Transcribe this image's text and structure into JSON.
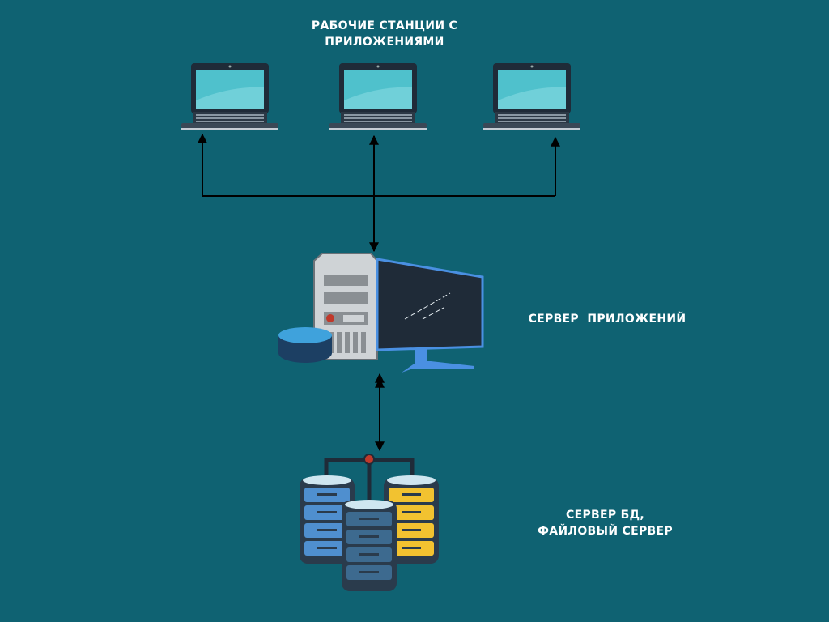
{
  "labels": {
    "workstations": [
      "РАБОЧИЕ СТАНЦИИ С",
      "ПРИЛОЖЕНИЯМИ"
    ],
    "app_server": "СЕРВЕР  ПРИЛОЖЕНИЙ",
    "db_server": [
      "СЕРВЕР БД,",
      "ФАЙЛОВЫЙ СЕРВЕР"
    ]
  },
  "nodes": [
    {
      "name": "laptop-1",
      "icon": "laptop-icon"
    },
    {
      "name": "laptop-2",
      "icon": "laptop-icon"
    },
    {
      "name": "laptop-3",
      "icon": "laptop-icon"
    },
    {
      "name": "application-server",
      "icon": "desktop-computer-icon"
    },
    {
      "name": "database-server",
      "icon": "database-stack-icon"
    }
  ],
  "colors": {
    "background": "#0f6272",
    "connector": "#000000",
    "text": "#ffffff",
    "screen": "#4fc1cc",
    "db_blue": "#4f8fcf",
    "db_yellow": "#f2c230",
    "db_dark": "#3d6a8f"
  }
}
